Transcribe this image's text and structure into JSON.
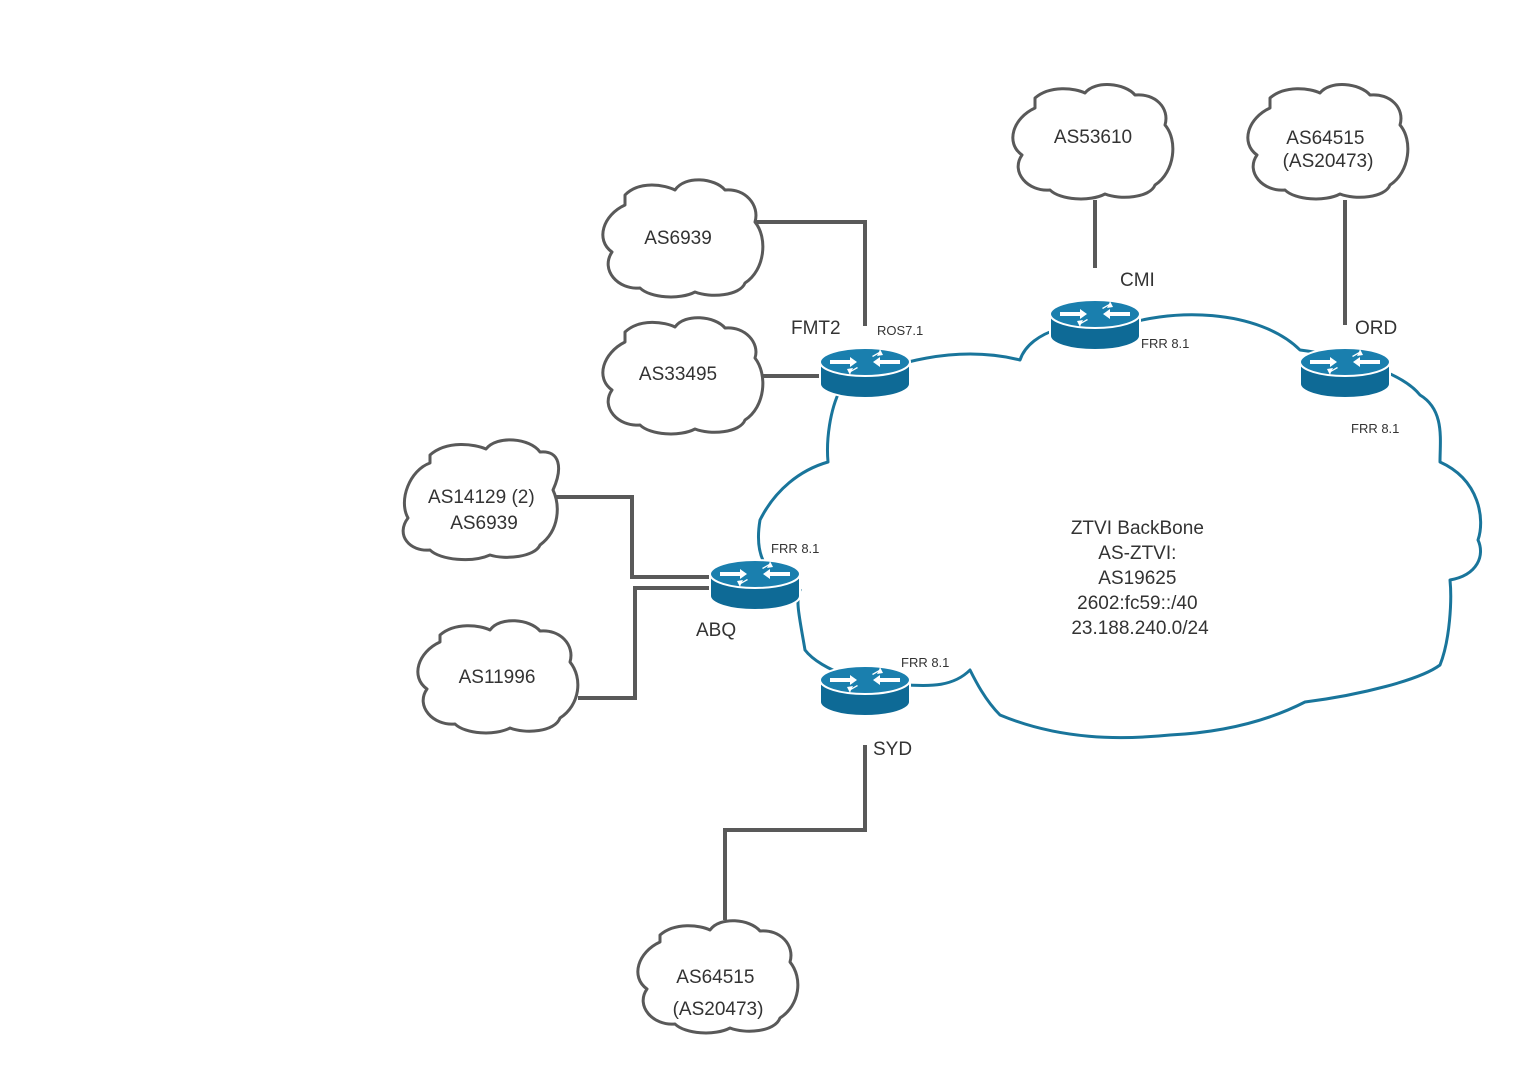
{
  "colors": {
    "router_body": "#0e6a96",
    "router_top": "#1a7fae",
    "backbone_outline": "#19759b",
    "external_outline": "#595959",
    "link": "#595959",
    "text": "#333333"
  },
  "backbone": {
    "lines": [
      "ZTVI BackBone",
      "AS-ZTVI:",
      "AS19625",
      "2602:fc59::/40",
      "23.188.240.0/24"
    ]
  },
  "routers": [
    {
      "id": "fmt2",
      "name": "FMT2",
      "software": "ROS7.1",
      "icon": "router-icon"
    },
    {
      "id": "cmi",
      "name": "CMI",
      "software": "FRR 8.1",
      "icon": "router-icon"
    },
    {
      "id": "ord",
      "name": "ORD",
      "software": "FRR 8.1",
      "icon": "router-icon"
    },
    {
      "id": "abq",
      "name": "ABQ",
      "software": "FRR 8.1",
      "icon": "router-icon"
    },
    {
      "id": "syd",
      "name": "SYD",
      "software": "FRR 8.1",
      "icon": "router-icon"
    }
  ],
  "external_networks": [
    {
      "id": "as6939-fmt2",
      "lines": [
        "AS6939"
      ],
      "connects_to": "FMT2"
    },
    {
      "id": "as33495",
      "lines": [
        "AS33495"
      ],
      "connects_to": "FMT2"
    },
    {
      "id": "as53610",
      "lines": [
        "AS53610"
      ],
      "connects_to": "CMI"
    },
    {
      "id": "as64515-ord",
      "lines": [
        "AS64515",
        "(AS20473)"
      ],
      "connects_to": "ORD"
    },
    {
      "id": "as14129",
      "lines": [
        "AS14129 (2)",
        "AS6939"
      ],
      "connects_to": "ABQ"
    },
    {
      "id": "as11996",
      "lines": [
        "AS11996"
      ],
      "connects_to": "ABQ"
    },
    {
      "id": "as64515-syd",
      "lines": [
        "AS64515",
        "(AS20473)"
      ],
      "connects_to": "SYD"
    }
  ]
}
